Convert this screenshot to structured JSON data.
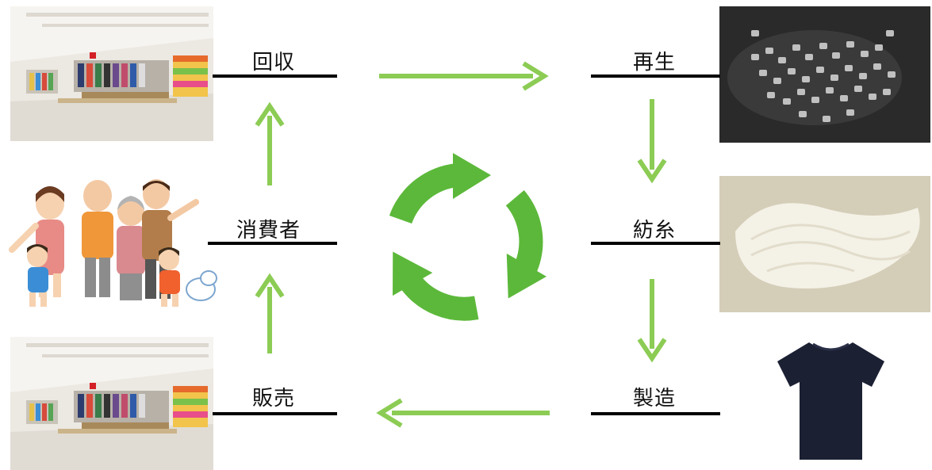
{
  "diagram": {
    "steps": {
      "collection": "回収",
      "recycling": "再生",
      "spinning": "紡糸",
      "manufacturing": "製造",
      "sales": "販売",
      "consumer": "消費者"
    }
  },
  "colors": {
    "arrow_green": "#8ccc54",
    "cycle_green": "#5cb83a",
    "underline": "#000000",
    "tshirt_navy": "#1c2033"
  },
  "images": {
    "store_top": "store-interior-photo",
    "store_bottom": "store-interior-photo",
    "family": "family-illustration",
    "pellets": "plastic-pellets-photo",
    "yarn": "white-yarn-skein-photo",
    "tshirt": "navy-tshirt-photo"
  }
}
